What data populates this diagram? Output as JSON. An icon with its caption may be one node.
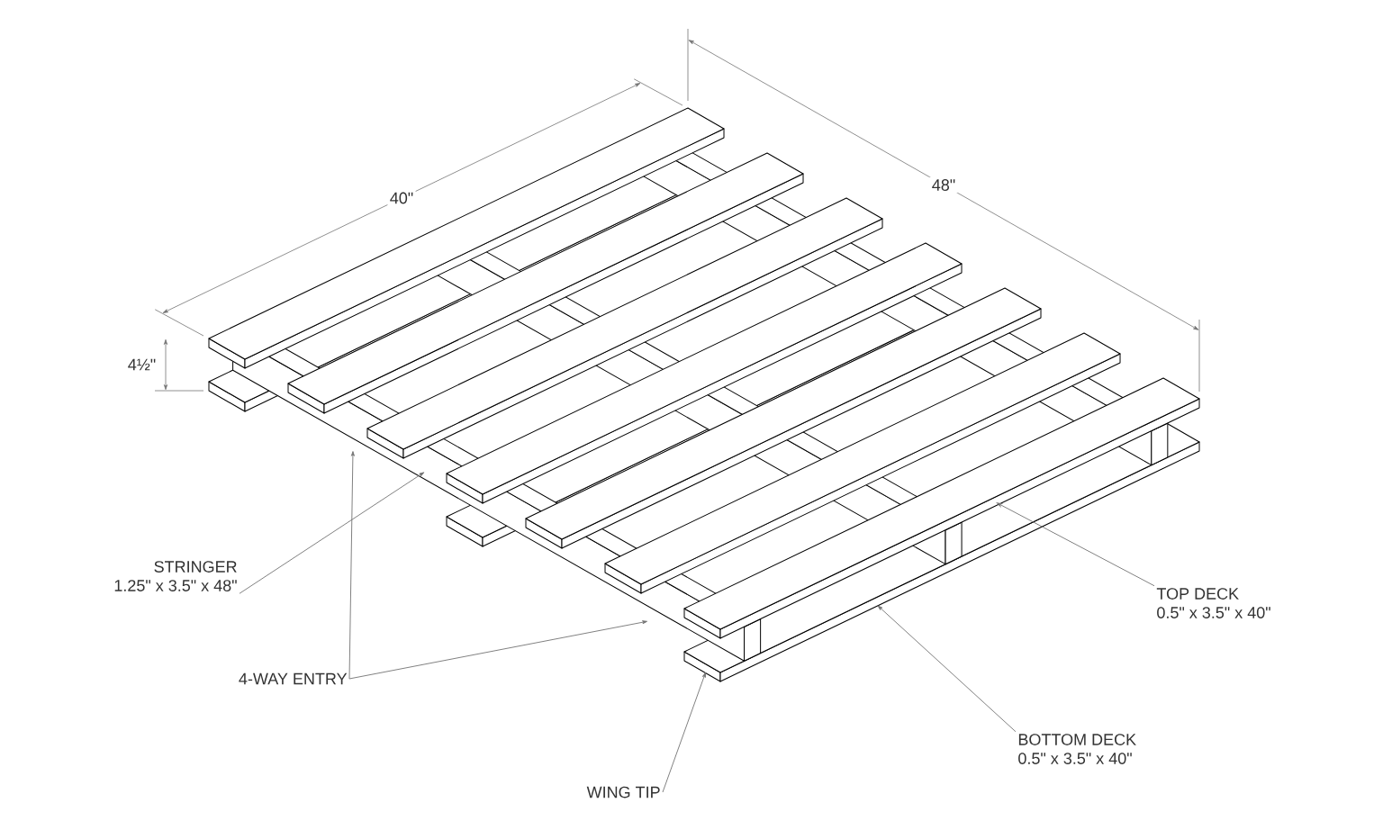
{
  "diagram": {
    "nodes": [
      {
        "text": [
          "STRINGER",
          "1.25\" x 3.5\" x 48\""
        ]
      },
      {
        "text": [
          "TOP DECK",
          "0.5\" x 3.5\" x 40\""
        ]
      },
      {
        "text": [
          "4-WAY ENTRY"
        ]
      },
      {
        "text": [
          "BOTTOM DECK",
          "0.5\" x 3.5\" x 40\""
        ]
      },
      {
        "text": [
          "WING TIP"
        ]
      }
    ],
    "edges": [
      {
        "from": 0,
        "to": null,
        "arrow": "to"
      },
      {
        "from": 1,
        "to": null,
        "arrow": "to"
      },
      {
        "from": 2,
        "to": null,
        "arrow": "to"
      },
      {
        "from": 2,
        "to": null,
        "arrow": "to"
      },
      {
        "from": 3,
        "to": null,
        "arrow": "to"
      },
      {
        "from": 4,
        "to": null,
        "arrow": "to"
      }
    ],
    "labels": [
      "40\"",
      "48\"",
      "4½\""
    ]
  }
}
